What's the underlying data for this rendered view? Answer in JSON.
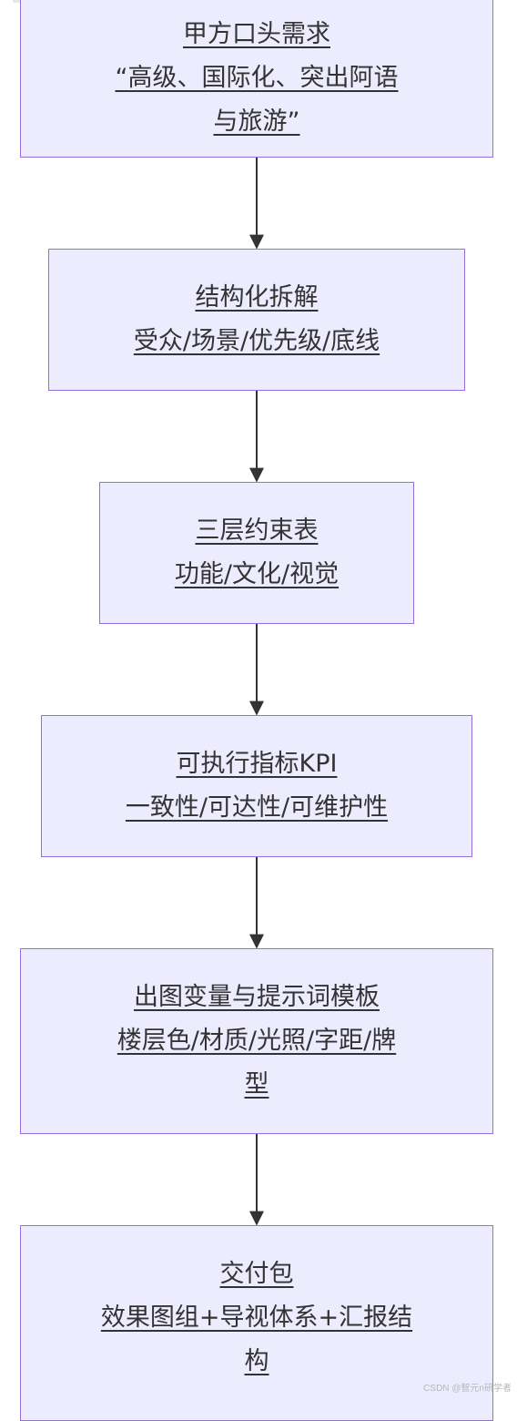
{
  "flowchart": {
    "nodes": [
      {
        "id": "requirement",
        "lines": [
          "甲方口头需求",
          "“高级、国际化、突出阿语",
          "与旅游”"
        ]
      },
      {
        "id": "decompose",
        "lines": [
          "结构化拆解",
          "受众/场景/优先级/底线"
        ]
      },
      {
        "id": "constraints",
        "lines": [
          "三层约束表",
          "功能/文化/视觉"
        ]
      },
      {
        "id": "kpi",
        "lines": [
          "可执行指标KPI",
          "一致性/可达性/可维护性"
        ]
      },
      {
        "id": "variables",
        "lines": [
          "出图变量与提示词模板",
          "楼层色/材质/光照/字距/牌",
          "型"
        ]
      },
      {
        "id": "delivery",
        "lines": [
          "交付包",
          "效果图组+导视体系+汇报结",
          "构"
        ]
      }
    ],
    "edges": [
      {
        "from": "requirement",
        "to": "decompose"
      },
      {
        "from": "decompose",
        "to": "constraints"
      },
      {
        "from": "constraints",
        "to": "kpi"
      },
      {
        "from": "kpi",
        "to": "variables"
      },
      {
        "from": "variables",
        "to": "delivery"
      }
    ]
  },
  "colors": {
    "node_fill": "#ececfe",
    "node_border": "#9370db",
    "text": "#333333",
    "edge": "#333333"
  },
  "watermark": "CSDN @智元n研学者"
}
